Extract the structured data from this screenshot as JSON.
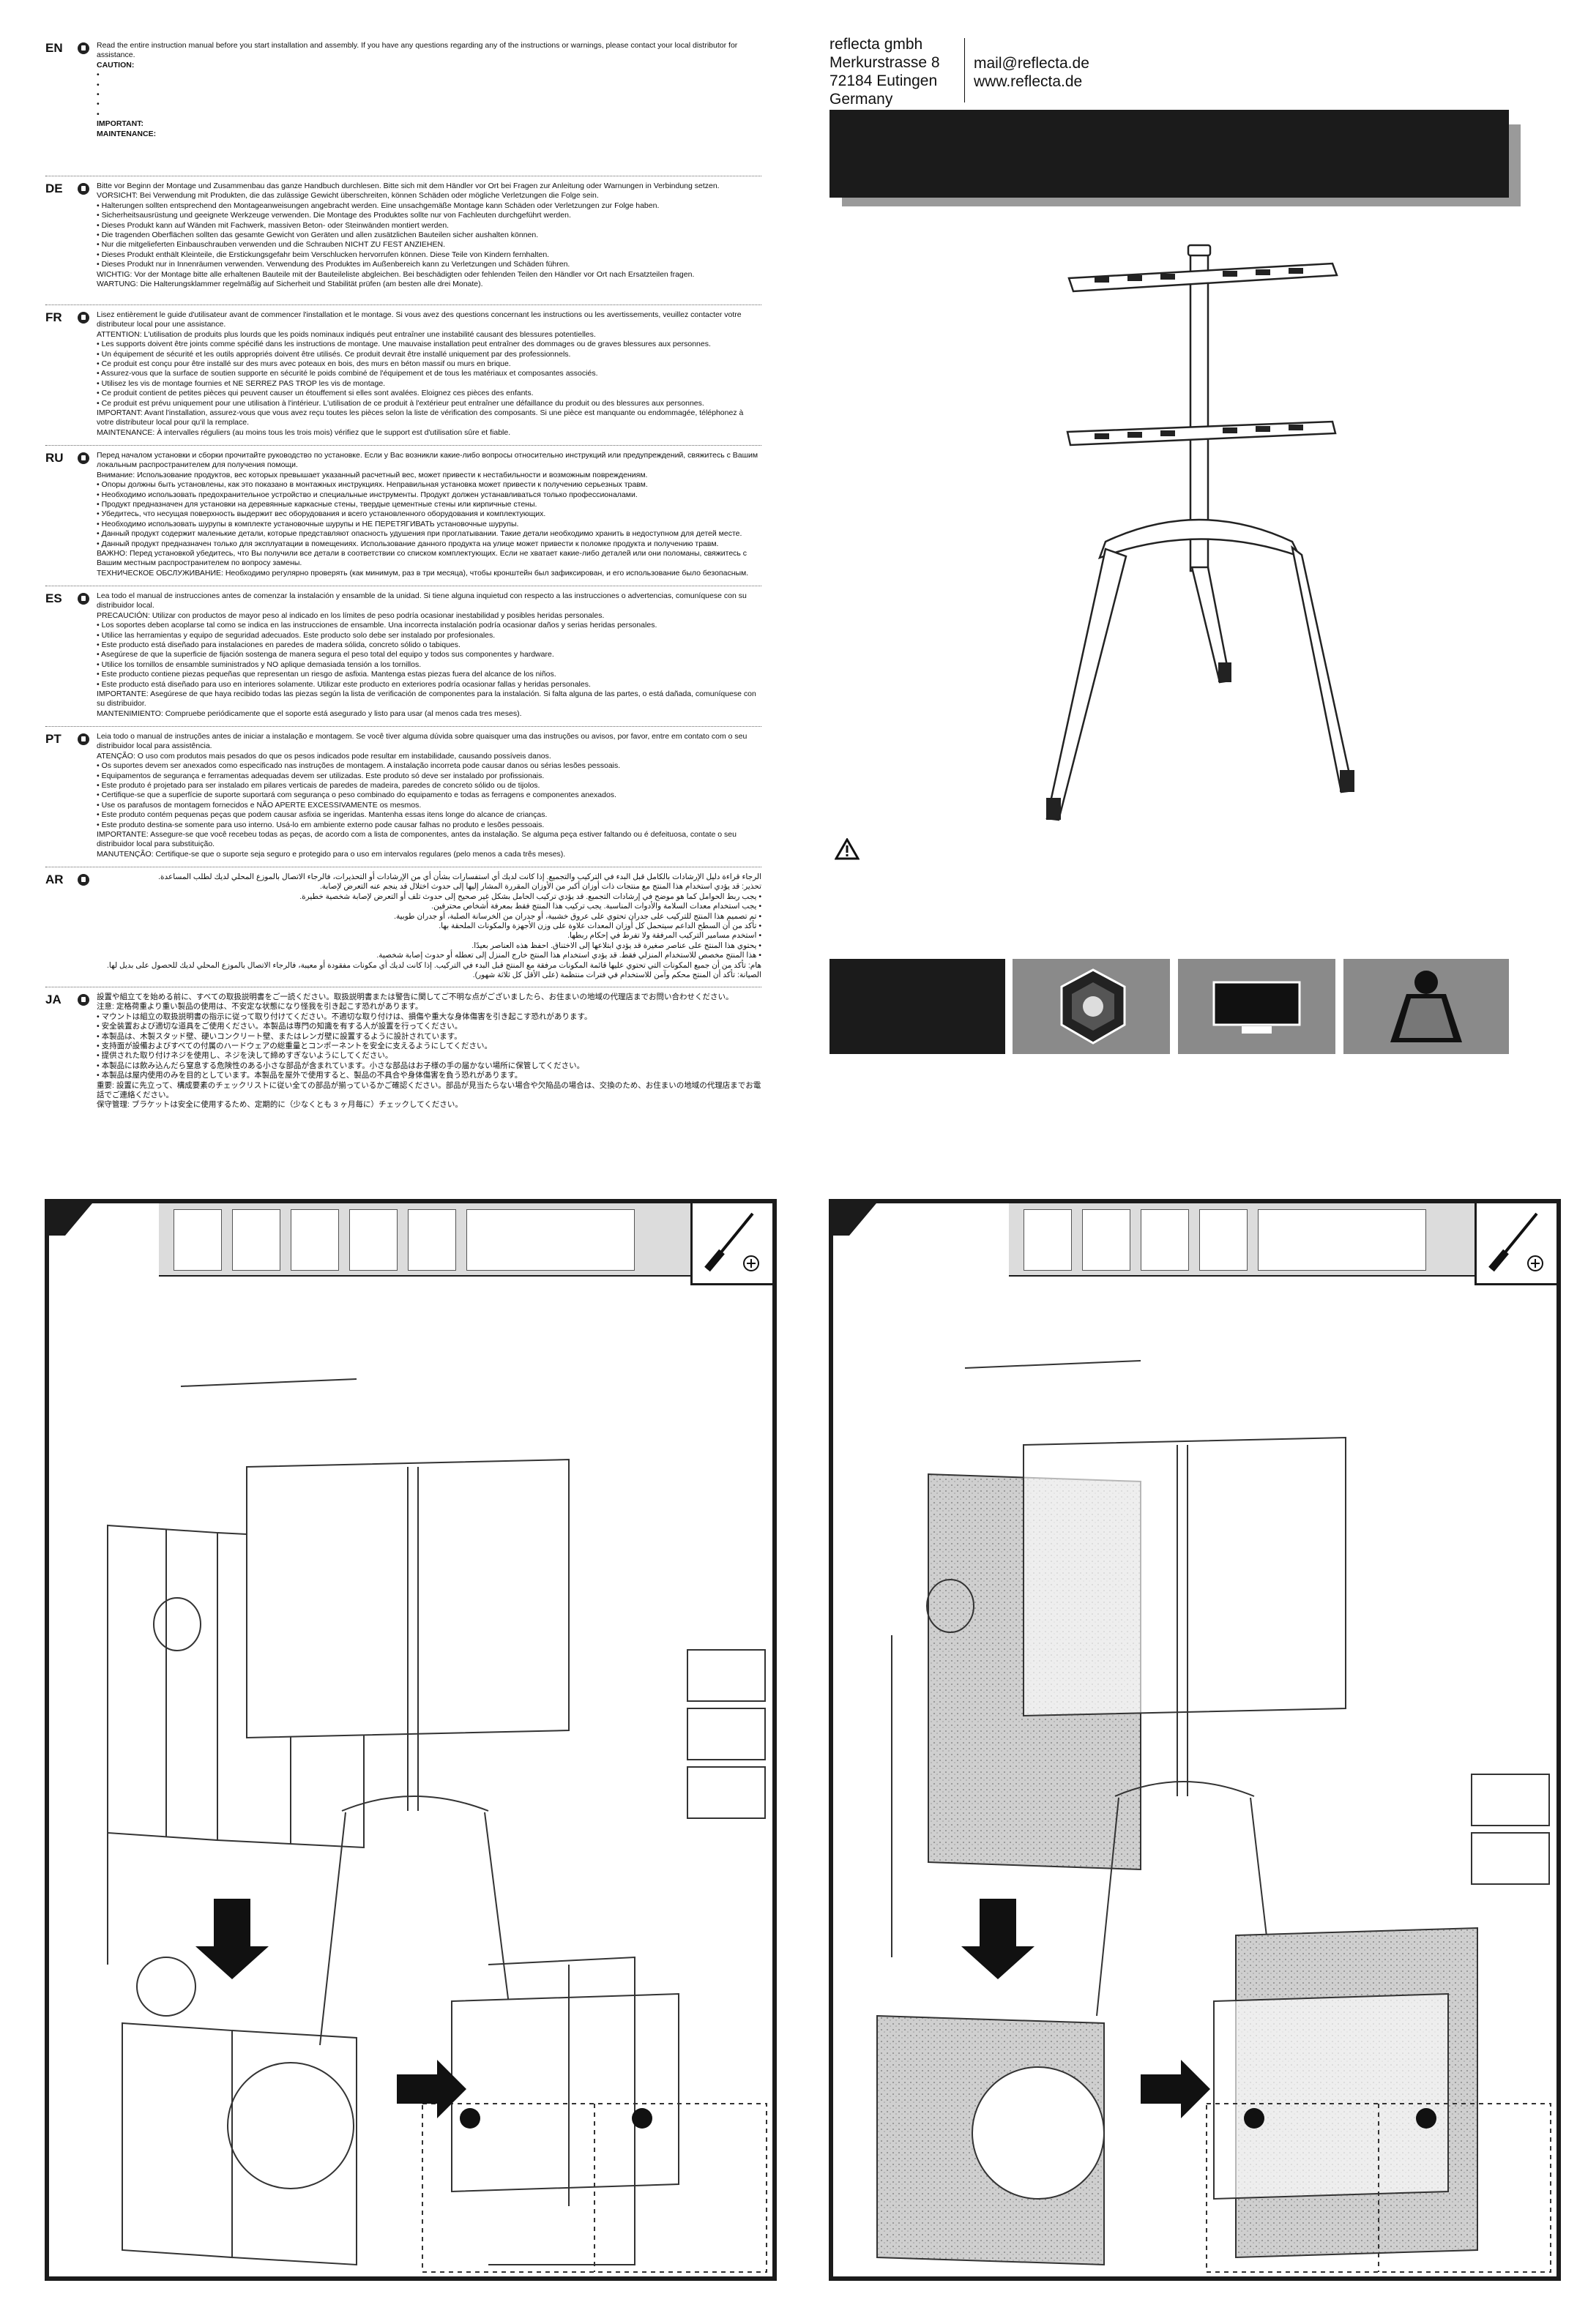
{
  "company": {
    "name": "reflecta gmbh",
    "street": "Merkurstrasse 8",
    "city": "72184 Eutingen",
    "country": "Germany",
    "email": "mail@reflecta.de",
    "website": "www.reflecta.de"
  },
  "sections": [
    {
      "code": "EN",
      "lines": [
        {
          "t": "Read the entire instruction manual before you start installation and assembly. If you have any questions regarding any of the instructions or warnings, please contact your local distributor for assistance.",
          "b": false
        },
        {
          "t": "CAUTION:",
          "b": true
        },
        {
          "t": "•",
          "b": false
        },
        {
          "t": "•",
          "b": false
        },
        {
          "t": "•",
          "b": false
        },
        {
          "t": "•",
          "b": false
        },
        {
          "t": "•",
          "b": false
        },
        {
          "t": "IMPORTANT:",
          "b": true
        },
        {
          "t": " ",
          "b": false
        },
        {
          "t": "MAINTENANCE:",
          "b": true
        }
      ]
    },
    {
      "code": "DE",
      "lines": [
        {
          "t": "Bitte vor Beginn der Montage und Zusammenbau das ganze Handbuch durchlesen. Bitte sich mit dem Händler vor Ort bei Fragen zur Anleitung oder Warnungen in Verbindung setzen.",
          "b": false
        },
        {
          "t": "VORSICHT: Bei Verwendung mit Produkten, die das zulässige Gewicht überschreiten, können Schäden oder mögliche Verletzungen die Folge sein.",
          "b": false
        },
        {
          "t": "• Halterungen sollten entsprechend den Montageanweisungen angebracht werden. Eine unsachgemäße Montage kann Schäden oder Verletzungen zur Folge haben.",
          "b": false
        },
        {
          "t": "• Sicherheitsausrüstung und geeignete Werkzeuge verwenden. Die Montage des Produktes sollte nur von Fachleuten durchgeführt werden.",
          "b": false
        },
        {
          "t": "• Dieses Produkt kann auf Wänden mit Fachwerk, massiven Beton- oder Steinwänden montiert werden.",
          "b": false
        },
        {
          "t": "• Die tragenden Oberflächen sollten das gesamte Gewicht von Geräten und allen zusätzlichen Bauteilen sicher aushalten können.",
          "b": false
        },
        {
          "t": "• Nur die mitgelieferten Einbauschrauben verwenden und die Schrauben NICHT ZU FEST ANZIEHEN.",
          "b": false
        },
        {
          "t": "• Dieses Produkt enthält Kleinteile, die Erstickungsgefahr beim Verschlucken hervorrufen können. Diese Teile von Kindern fernhalten.",
          "b": false
        },
        {
          "t": "• Dieses Produkt nur in Innenräumen verwenden. Verwendung des Produktes im Außenbereich kann zu Verletzungen und Schäden führen.",
          "b": false
        },
        {
          "t": "WICHTIG: Vor der Montage bitte alle erhaltenen Bauteile mit der Bauteileliste abgleichen. Bei beschädigten oder fehlenden Teilen den Händler vor Ort nach Ersatzteilen fragen.",
          "b": false
        },
        {
          "t": "WARTUNG: Die Halterungsklammer regelmäßig auf Sicherheit und Stabilität prüfen (am besten alle drei Monate).",
          "b": false
        }
      ]
    },
    {
      "code": "FR",
      "lines": [
        {
          "t": "Lisez entièrement le guide d'utilisateur avant de commencer l'installation et le montage. Si vous avez des questions concernant les instructions ou les avertissements, veuillez contacter votre distributeur local pour une assistance.",
          "b": false
        },
        {
          "t": "ATTENTION: L'utilisation de produits plus lourds que les poids nominaux indiqués peut entraîner une instabilité causant des blessures potentielles.",
          "b": false
        },
        {
          "t": "• Les supports doivent être joints comme spécifié dans les instructions de montage. Une mauvaise installation peut entraîner des dommages ou de graves blessures aux personnes.",
          "b": false
        },
        {
          "t": "• Un équipement de sécurité et les outils appropriés doivent être utilisés. Ce produit devrait être installé uniquement par des professionnels.",
          "b": false
        },
        {
          "t": "• Ce produit est conçu pour être installé sur des murs avec poteaux en bois, des murs en béton massif ou murs en brique.",
          "b": false
        },
        {
          "t": "• Assurez-vous que la surface de soutien supporte en sécurité le poids combiné de l'équipement et de tous les matériaux et composantes associés.",
          "b": false
        },
        {
          "t": "• Utilisez les vis de montage fournies et NE SERREZ PAS TROP les vis de montage.",
          "b": false
        },
        {
          "t": "• Ce produit contient de petites pièces qui peuvent causer un étouffement si elles sont avalées. Eloignez ces pièces des enfants.",
          "b": false
        },
        {
          "t": "• Ce produit est prévu uniquement pour une utilisation à l'intérieur. L'utilisation de ce produit à l'extérieur peut entraîner une défaillance du produit ou des blessures aux personnes.",
          "b": false
        },
        {
          "t": "IMPORTANT: Avant l'installation, assurez-vous que vous avez reçu toutes les pièces selon la liste de vérification des composants. Si une pièce est manquante ou endommagée, téléphonez à votre distributeur local pour qu'il la remplace.",
          "b": false
        },
        {
          "t": "MAINTENANCE: À intervalles réguliers (au moins tous les trois mois) vérifiez que le support est d'utilisation sûre et fiable.",
          "b": false
        }
      ]
    },
    {
      "code": "RU",
      "lines": [
        {
          "t": "Перед началом установки и сборки прочитайте руководство по установке. Если у Вас возникли какие-либо вопросы относительно инструкций или предупреждений, свяжитесь с Вашим локальным распространителем для получения помощи.",
          "b": false
        },
        {
          "t": "Внимание: Использование продуктов, вес которых превышает указанный расчетный вес, может привести к нестабильности и возможным повреждениям.",
          "b": false
        },
        {
          "t": "• Опоры должны быть установлены, как это показано в монтажных инструкциях. Неправильная установка может привести к получению серьезных травм.",
          "b": false
        },
        {
          "t": "• Необходимо использовать предохранительное устройство и специальные инструменты. Продукт должен устанавливаться только профессионалами.",
          "b": false
        },
        {
          "t": "• Продукт предназначен для установки на деревянные каркасные стены, твердые цементные стены или кирпичные стены.",
          "b": false
        },
        {
          "t": "• Убедитесь, что несущая поверхность выдержит вес оборудования и всего установленного оборудования и комплектующих.",
          "b": false
        },
        {
          "t": "• Необходимо использовать шурупы в комплекте установочные шурупы и НЕ ПЕРЕТЯГИВАТЬ установочные шурупы.",
          "b": false
        },
        {
          "t": "• Данный продукт содержит маленькие детали, которые представляют опасность удушения при проглатывании. Такие детали необходимо хранить в недоступном для детей месте.",
          "b": false
        },
        {
          "t": "• Данный продукт предназначен только для эксплуатации в помещениях. Использование данного продукта на улице может привести к поломке продукта и получению травм.",
          "b": false
        },
        {
          "t": "ВАЖНО: Перед установкой убедитесь, что Вы получили все детали в соответствии со списком комплектующих. Если не хватает какие-либо деталей или они поломаны, свяжитесь с Вашим местным распространителем по вопросу замены.",
          "b": false
        },
        {
          "t": "ТЕХНИЧЕСКОЕ ОБСЛУЖИВАНИЕ: Необходимо регулярно проверять (как минимум, раз в три месяца), чтобы кронштейн был зафиксирован, и его использование было безопасным.",
          "b": false
        }
      ]
    },
    {
      "code": "ES",
      "lines": [
        {
          "t": "Lea todo el manual de instrucciones antes de comenzar la instalación y ensamble de la unidad. Si tiene alguna inquietud con respecto a las instrucciones o advertencias, comuníquese con su distribuidor local.",
          "b": false
        },
        {
          "t": "PRECAUCIÓN: Utilizar con productos de mayor peso al indicado en los límites de peso podría ocasionar inestabilidad y posibles heridas personales.",
          "b": false
        },
        {
          "t": "• Los soportes deben acoplarse tal como se indica en las instrucciones de ensamble. Una incorrecta instalación podría ocasionar daños y serias heridas personales.",
          "b": false
        },
        {
          "t": "• Utilice las herramientas y equipo de seguridad adecuados. Este producto solo debe ser instalado por profesionales.",
          "b": false
        },
        {
          "t": "• Este producto está diseñado para instalaciones en paredes de madera sólida, concreto sólido o tabiques.",
          "b": false
        },
        {
          "t": "• Asegúrese de que la superficie de fijación sostenga de manera segura el peso total del equipo y todos sus componentes y hardware.",
          "b": false
        },
        {
          "t": "• Utilice los tornillos de ensamble suministrados y NO aplique demasiada tensión a los tornillos.",
          "b": false
        },
        {
          "t": "• Este producto contiene piezas pequeñas que representan un riesgo de asfixia. Mantenga estas piezas fuera del alcance de los niños.",
          "b": false
        },
        {
          "t": "• Este producto está diseñado para uso en interiores solamente. Utilizar este producto en exteriores podría ocasionar fallas y heridas personales.",
          "b": false
        },
        {
          "t": "IMPORTANTE: Asegúrese de que haya recibido todas las piezas según la lista de verificación de componentes para la instalación. Si falta alguna de las partes, o está dañada, comuníquese con su distribuidor.",
          "b": false
        },
        {
          "t": "MANTENIMIENTO: Compruebe periódicamente que el soporte está asegurado y listo para usar (al menos cada tres meses).",
          "b": false
        }
      ]
    },
    {
      "code": "PT",
      "lines": [
        {
          "t": "Leia todo o manual de instruções antes de iniciar a instalação e montagem. Se você tiver alguma dúvida sobre quaisquer uma das instruções ou avisos, por favor, entre em contato com o seu distribuidor local para assistência.",
          "b": false
        },
        {
          "t": "ATENÇÃO: O uso com produtos mais pesados do que os pesos indicados pode resultar em instabilidade, causando possíveis danos.",
          "b": false
        },
        {
          "t": "• Os suportes devem ser anexados como especificado nas instruções de montagem. A instalação incorreta pode causar danos ou sérias lesões pessoais.",
          "b": false
        },
        {
          "t": "• Equipamentos de segurança e ferramentas adequadas devem ser utilizadas. Este produto só deve ser instalado por profissionais.",
          "b": false
        },
        {
          "t": "• Este produto é projetado para ser instalado em pilares verticais de paredes de madeira, paredes de concreto sólido ou de tijolos.",
          "b": false
        },
        {
          "t": "• Certifique-se que a superfície de suporte suportará com segurança o peso combinado do equipamento e todas as ferragens e componentes anexados.",
          "b": false
        },
        {
          "t": "• Use os parafusos de montagem fornecidos e NÃO APERTE EXCESSIVAMENTE os mesmos.",
          "b": false
        },
        {
          "t": "• Este produto contém pequenas peças que podem causar asfixia se ingeridas. Mantenha essas itens longe do alcance de crianças.",
          "b": false
        },
        {
          "t": "• Este produto destina-se somente para uso interno. Usá-lo em ambiente externo pode causar falhas no produto e lesões pessoais.",
          "b": false
        },
        {
          "t": "IMPORTANTE: Assegure-se que você recebeu todas as peças, de acordo com a lista de componentes, antes da instalação. Se alguma peça estiver faltando ou é defeituosa, contate o seu distribuidor local para substituição.",
          "b": false
        },
        {
          "t": "MANUTENÇÃO: Certifique-se que o suporte seja seguro e protegido para o uso em intervalos regulares (pelo menos a cada três meses).",
          "b": false
        }
      ]
    },
    {
      "code": "AR",
      "rtl": true,
      "lines": [
        {
          "t": "الرجاء قراءة دليل الإرشادات بالكامل قبل البدء في التركيب والتجميع. إذا كانت لديك أي استفسارات بشأن أي من الإرشادات أو التحذيرات، فالرجاء الاتصال بالموزع المحلي لديك لطلب المساعدة.",
          "b": false
        },
        {
          "t": "تحذير: قد يؤدي استخدام هذا المنتج مع منتجات ذات أوزان أكبر من الأوزان المقررة المشار إليها إلى حدوث اختلال قد ينجم عنه التعرض لإصابة.",
          "b": false
        },
        {
          "t": "• يجب ربط الحوامل كما هو موضح في إرشادات التجميع. قد يؤدي تركيب الحامل بشكل غير صحيح إلى حدوث تلف أو التعرض لإصابة شخصية خطيرة.",
          "b": false
        },
        {
          "t": "• يجب استخدام معدات السلامة والأدوات المناسبة. يجب تركيب هذا المنتج فقط بمعرفة أشخاص محترفين.",
          "b": false
        },
        {
          "t": "• تم تصميم هذا المنتج للتركيب على جدران تحتوي على عروق خشبية، أو جدران من الخرسانة الصلبة، أو جدران طوبية.",
          "b": false
        },
        {
          "t": "• تأكد من أن السطح الداعم سيتحمل كل أوزان المعدات علاوة على وزن الأجهزة والمكونات الملحقة بها.",
          "b": false
        },
        {
          "t": "• استخدم مسامير التركيب المرفقة ولا تفرط في إحكام ربطها.",
          "b": false
        },
        {
          "t": "• يحتوي هذا المنتج على عناصر صغيرة قد يؤدي ابتلاعها إلى الاختناق. احفظ هذه العناصر بعيدًا.",
          "b": false
        },
        {
          "t": "• هذا المنتج مخصص للاستخدام المنزلي فقط. قد يؤدي استخدام هذا المنتج خارج المنزل إلى تعطله أو حدوث إصابة شخصية.",
          "b": false
        },
        {
          "t": "هام: تأكد من أن جميع المكونات التي تحتوي عليها قائمة المكونات مرفقة مع المنتج قبل البدء في التركيب. إذا كانت لديك أي مكونات مفقودة أو معيبة، فالرجاء الاتصال بالموزع المحلي لديك للحصول على بديل لها.",
          "b": false
        },
        {
          "t": "الصيانة: تأكد أن المنتج محكم وآمن للاستخدام في فترات منتظمة (على الأقل كل ثلاثة شهور).",
          "b": false
        }
      ]
    },
    {
      "code": "JA",
      "lines": [
        {
          "t": "設置や組立てを始める前に、すべての取扱説明書をご一読ください。取扱説明書または警告に関してご不明な点がございましたら、お住まいの地域の代理店までお問い合わせください。",
          "b": false
        },
        {
          "t": "注意: 定格荷重より重い製品の使用は、不安定な状態になり怪我を引き起こす恐れがあります。",
          "b": false
        },
        {
          "t": "• マウントは組立の取扱説明書の指示に従って取り付けてください。不適切な取り付けは、損傷や重大な身体傷害を引き起こす恐れがあります。",
          "b": false
        },
        {
          "t": "• 安全装置および適切な道具をご使用ください。本製品は専門の知識を有する人が設置を行ってください。",
          "b": false
        },
        {
          "t": "• 本製品は、木製スタッド壁、硬いコンクリート壁、またはレンガ壁に設置するように設計されています。",
          "b": false
        },
        {
          "t": "• 支持面が設備およびすべての付属のハードウェアの総重量とコンポーネントを安全に支えるようにしてください。",
          "b": false
        },
        {
          "t": "• 提供された取り付けネジを使用し、ネジを決して締めすぎないようにしてください。",
          "b": false
        },
        {
          "t": "• 本製品には飲み込んだら窒息する危険性のある小さな部品が含まれています。小さな部品はお子様の手の届かない場所に保管してください。",
          "b": false
        },
        {
          "t": "• 本製品は屋内使用のみを目的としています。本製品を屋外で使用すると、製品の不具合や身体傷害を負う恐れがあります。",
          "b": false
        },
        {
          "t": "重要: 設置に先立って、構成要素のチェックリストに従い全ての部品が揃っているかご確認ください。部品が見当たらない場合や欠陥品の場合は、交換のため、お住まいの地域の代理店までお電話でご連絡ください。",
          "b": false
        },
        {
          "t": "保守管理: ブラケットは安全に使用するため、定期的に（少なくとも 3 ヶ月毎に）チェックしてください。",
          "b": false
        }
      ]
    }
  ]
}
